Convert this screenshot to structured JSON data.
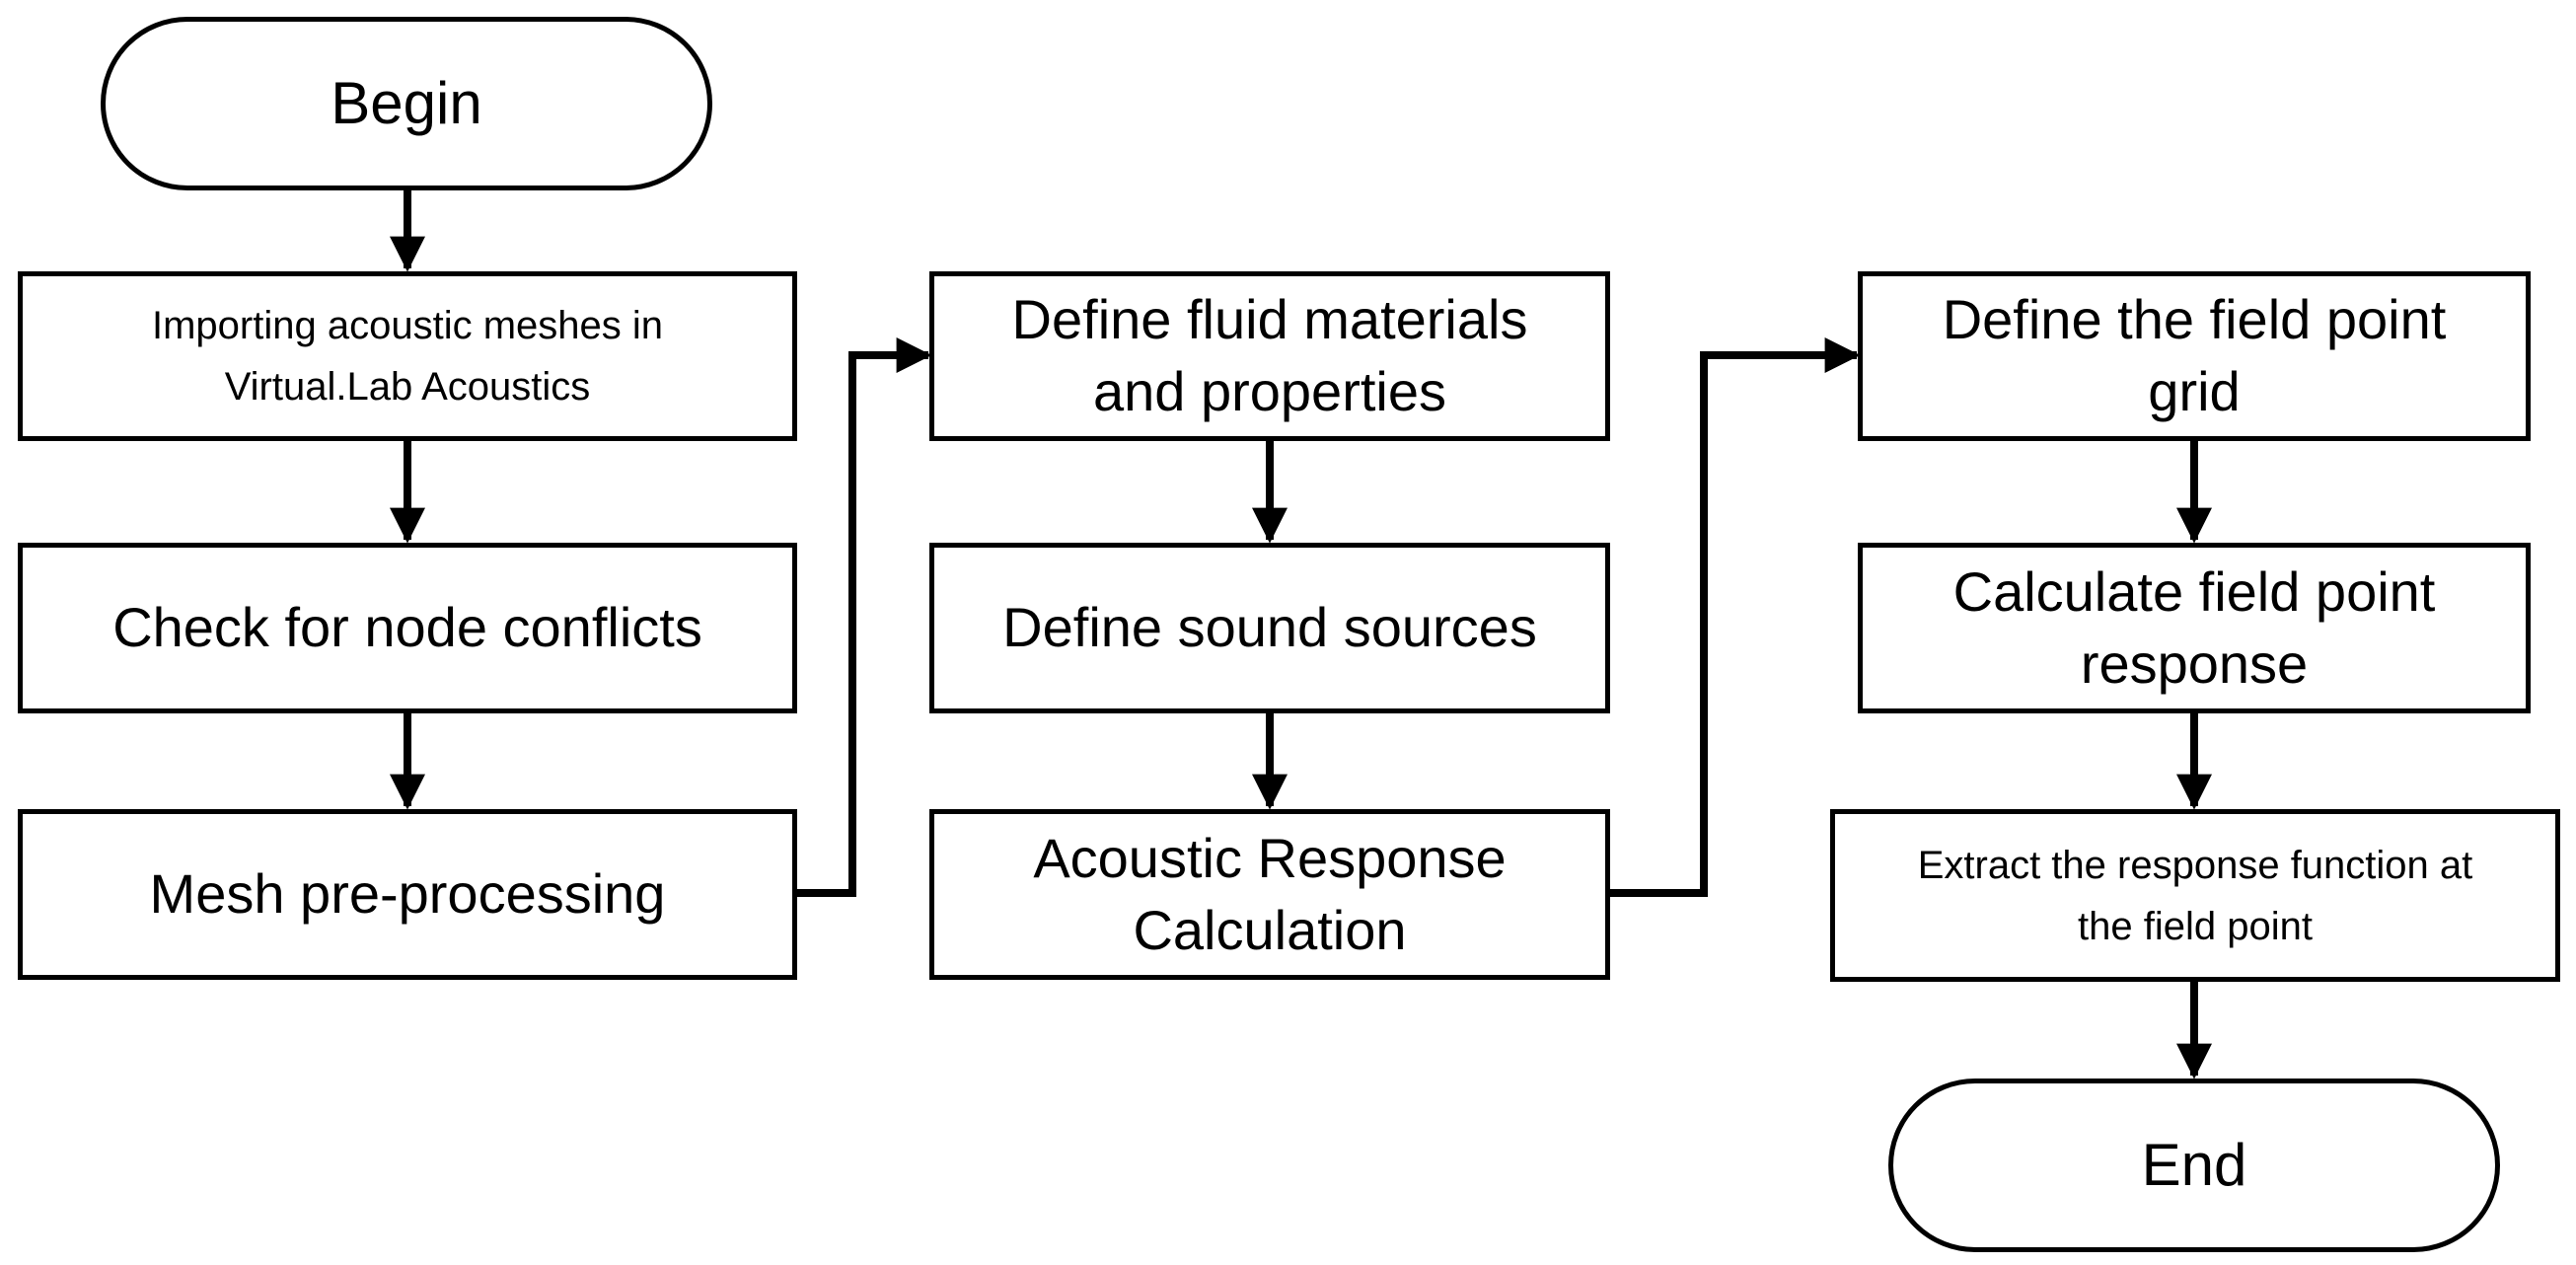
{
  "flowchart": {
    "begin": "Begin",
    "end": "End",
    "steps": {
      "import_meshes": "Importing acoustic meshes in\nVirtual.Lab Acoustics",
      "check_conflicts": "Check for node conflicts",
      "mesh_preprocessing": "Mesh pre-processing",
      "define_fluid": "Define fluid materials\nand properties",
      "define_sources": "Define sound sources",
      "acoustic_response": "Acoustic Response\nCalculation",
      "define_grid": "Define the field point\ngrid",
      "calc_field_point": "Calculate field point\nresponse",
      "extract_response": "Extract the response function at\nthe field point"
    }
  }
}
